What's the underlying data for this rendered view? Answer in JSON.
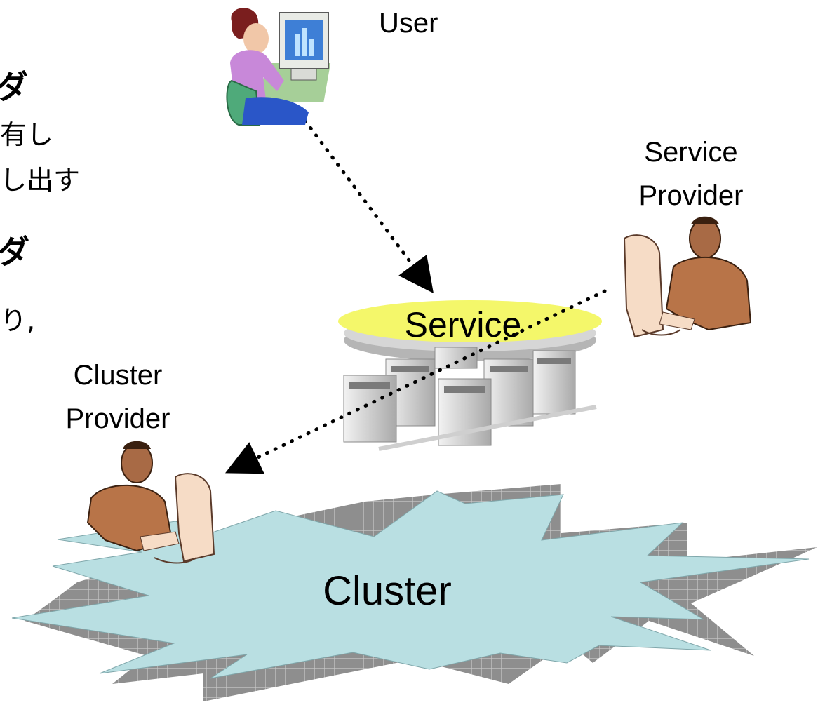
{
  "left_text_fragments": [
    "ダ",
    "有し",
    "し出す",
    "ダ",
    "り,"
  ],
  "labels": {
    "user": "User",
    "service_provider_line1": "Service",
    "service_provider_line2": "Provider",
    "service": "Service",
    "cluster_provider_line1": "Cluster",
    "cluster_provider_line2": "Provider",
    "cluster": "Cluster"
  },
  "icons": {
    "user": "user-at-computer-icon",
    "service_provider": "service-provider-person-icon",
    "cluster_provider": "cluster-provider-person-icon",
    "servers": "server-rack-icon",
    "cluster": "cluster-burst-shape"
  },
  "colors": {
    "service_ellipse": "#f4f76a",
    "cluster_fill": "#b9dfe2",
    "cluster_shadow": "#8c8c8c",
    "arrow": "#000000"
  }
}
